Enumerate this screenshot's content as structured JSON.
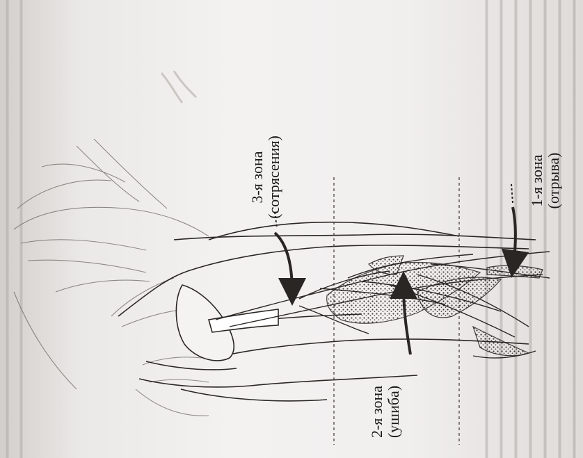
{
  "labels": {
    "zone3": {
      "line1": "3-я зона",
      "line2": "(сотрясения)"
    },
    "zone1": {
      "line1": "1-я зона",
      "line2": "(отрыва)"
    },
    "zone2": {
      "line1": "2-я зона",
      "line2": "(ушиба)"
    }
  },
  "colors": {
    "ink": "#2a2624",
    "paper": "#f2f0ee"
  }
}
